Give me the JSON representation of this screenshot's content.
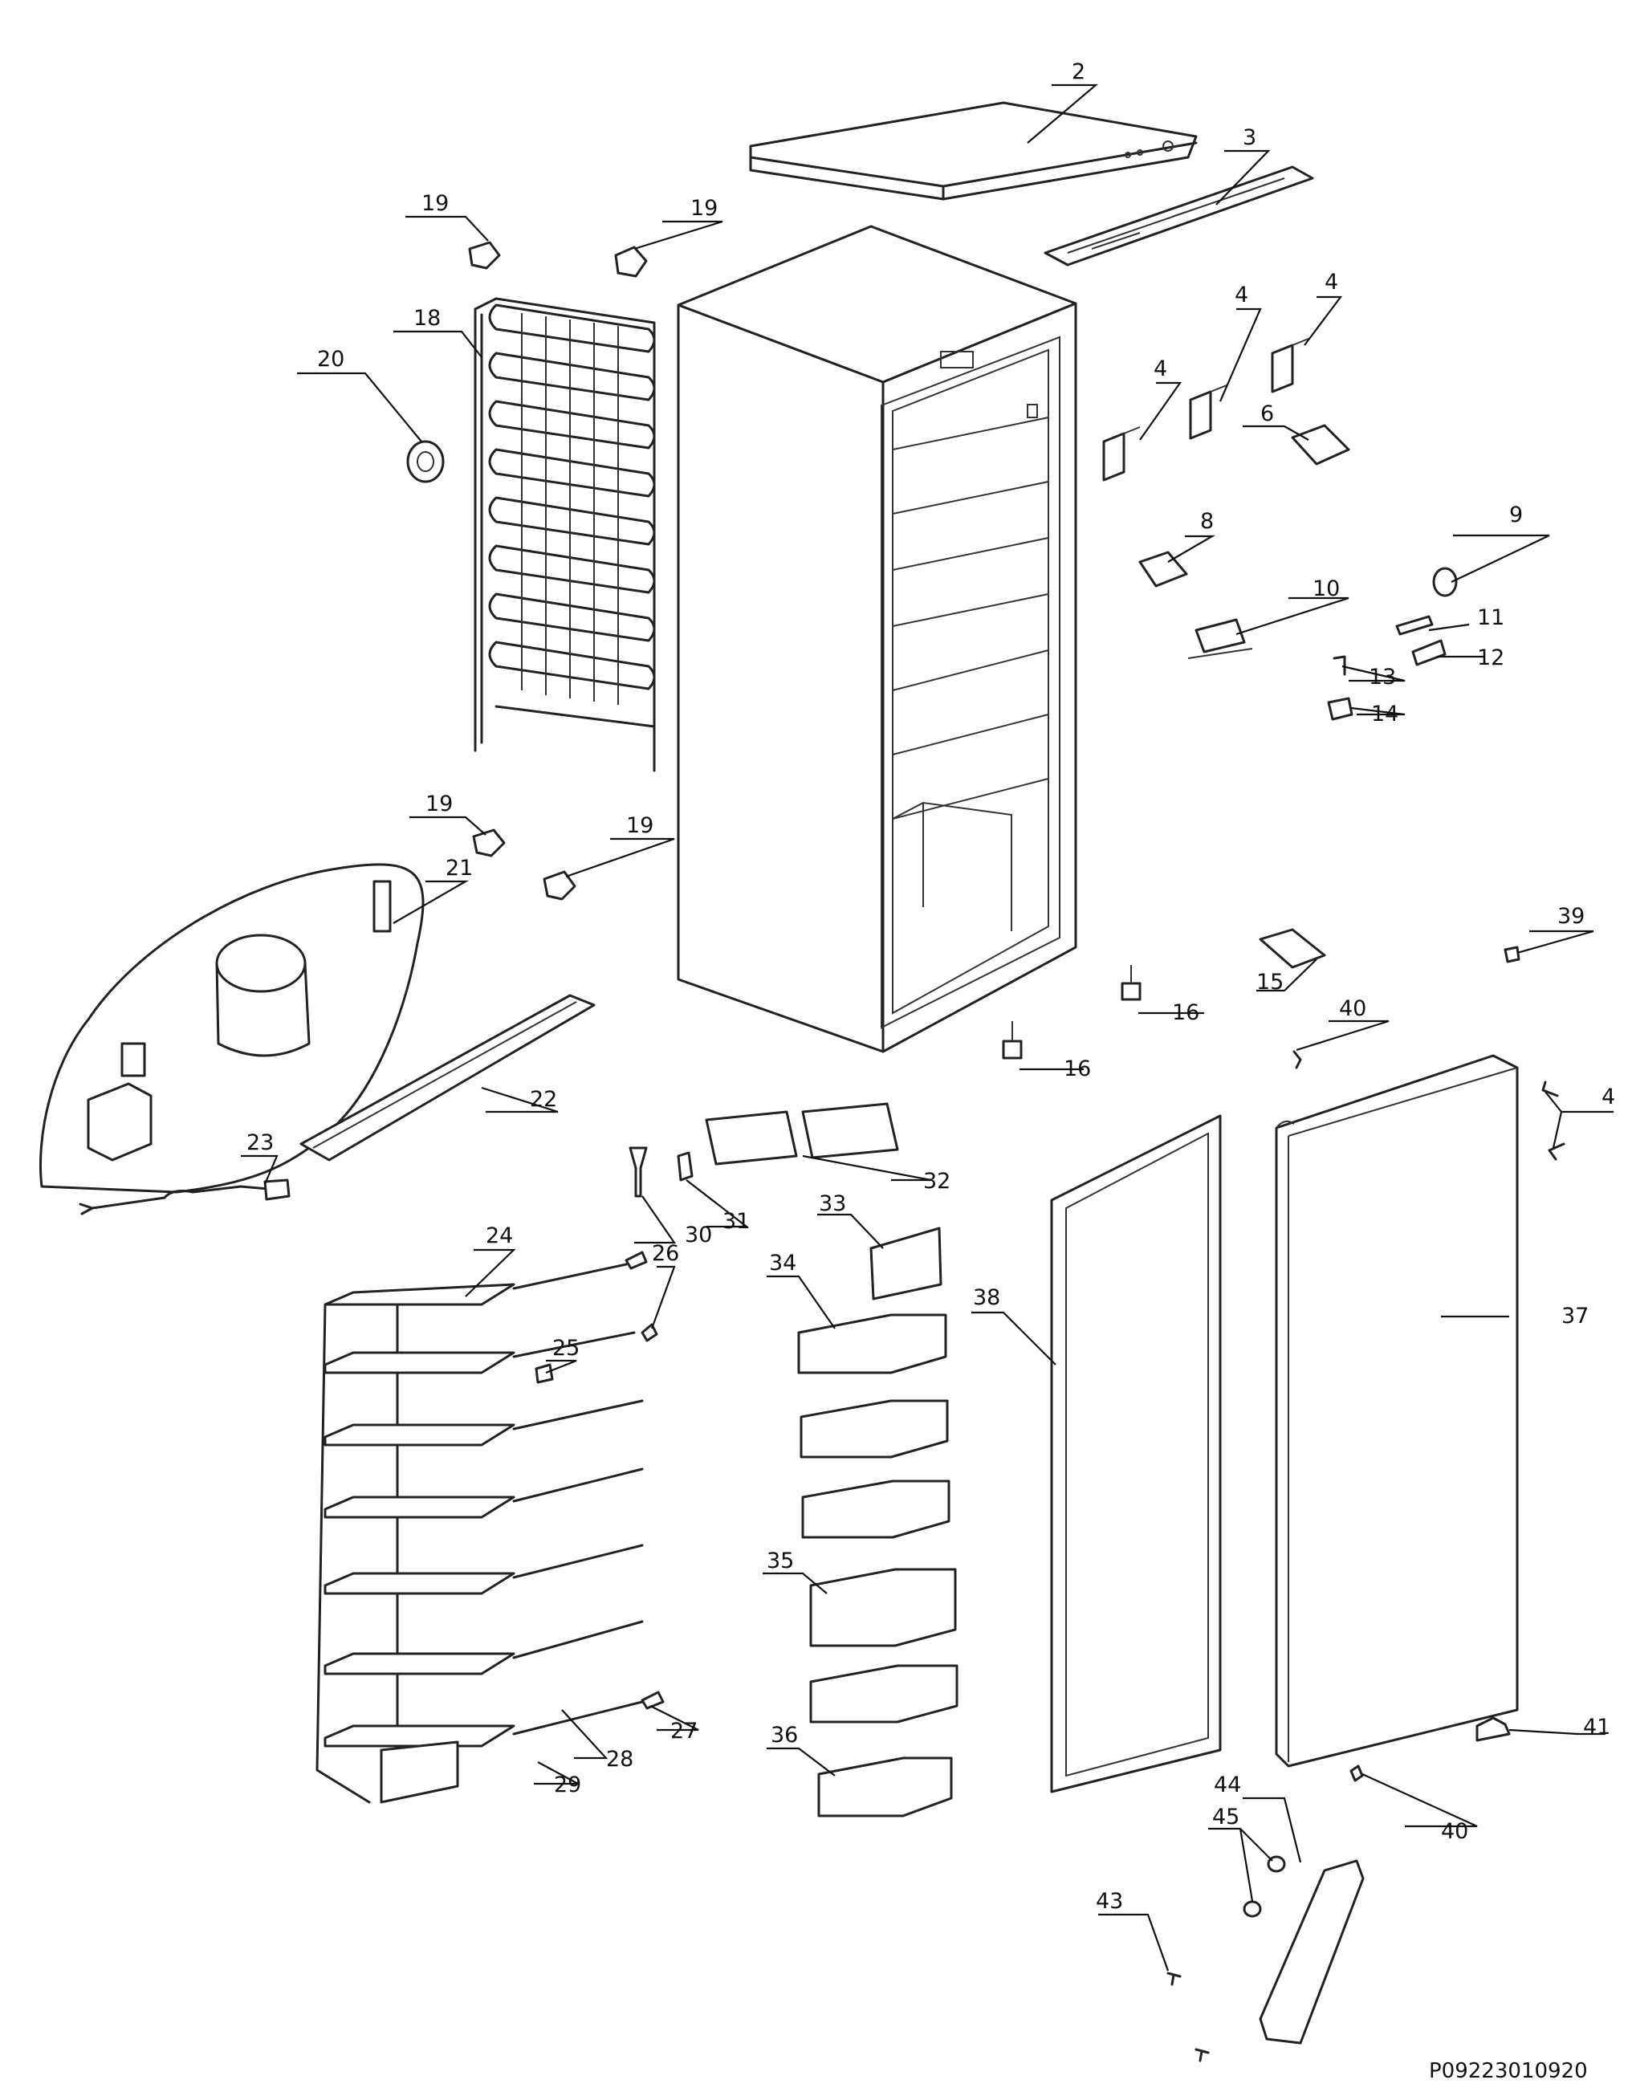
{
  "diagram_code": "P09223010920",
  "parts": [
    {
      "id": "p2",
      "number": "2"
    },
    {
      "id": "p3",
      "number": "3"
    },
    {
      "id": "p4a",
      "number": "4"
    },
    {
      "id": "p4b",
      "number": "4"
    },
    {
      "id": "p4c",
      "number": "4"
    },
    {
      "id": "p4d",
      "number": "4"
    },
    {
      "id": "p6",
      "number": "6"
    },
    {
      "id": "p8",
      "number": "8"
    },
    {
      "id": "p9",
      "number": "9"
    },
    {
      "id": "p10",
      "number": "10"
    },
    {
      "id": "p11",
      "number": "11"
    },
    {
      "id": "p12",
      "number": "12"
    },
    {
      "id": "p13",
      "number": "13"
    },
    {
      "id": "p14",
      "number": "14"
    },
    {
      "id": "p15",
      "number": "15"
    },
    {
      "id": "p16a",
      "number": "16"
    },
    {
      "id": "p16b",
      "number": "16"
    },
    {
      "id": "p18",
      "number": "18"
    },
    {
      "id": "p19a",
      "number": "19"
    },
    {
      "id": "p19b",
      "number": "19"
    },
    {
      "id": "p19c",
      "number": "19"
    },
    {
      "id": "p19d",
      "number": "19"
    },
    {
      "id": "p20",
      "number": "20"
    },
    {
      "id": "p21",
      "number": "21"
    },
    {
      "id": "p22",
      "number": "22"
    },
    {
      "id": "p23",
      "number": "23"
    },
    {
      "id": "p24",
      "number": "24"
    },
    {
      "id": "p25",
      "number": "25"
    },
    {
      "id": "p26",
      "number": "26"
    },
    {
      "id": "p27",
      "number": "27"
    },
    {
      "id": "p28",
      "number": "28"
    },
    {
      "id": "p29",
      "number": "29"
    },
    {
      "id": "p30",
      "number": "30"
    },
    {
      "id": "p31",
      "number": "31"
    },
    {
      "id": "p32",
      "number": "32"
    },
    {
      "id": "p33",
      "number": "33"
    },
    {
      "id": "p34",
      "number": "34"
    },
    {
      "id": "p35",
      "number": "35"
    },
    {
      "id": "p36",
      "number": "36"
    },
    {
      "id": "p37",
      "number": "37"
    },
    {
      "id": "p38",
      "number": "38"
    },
    {
      "id": "p39",
      "number": "39"
    },
    {
      "id": "p40a",
      "number": "40"
    },
    {
      "id": "p40b",
      "number": "40"
    },
    {
      "id": "p41",
      "number": "41"
    },
    {
      "id": "p43",
      "number": "43"
    },
    {
      "id": "p44",
      "number": "44"
    },
    {
      "id": "p45",
      "number": "45"
    }
  ]
}
